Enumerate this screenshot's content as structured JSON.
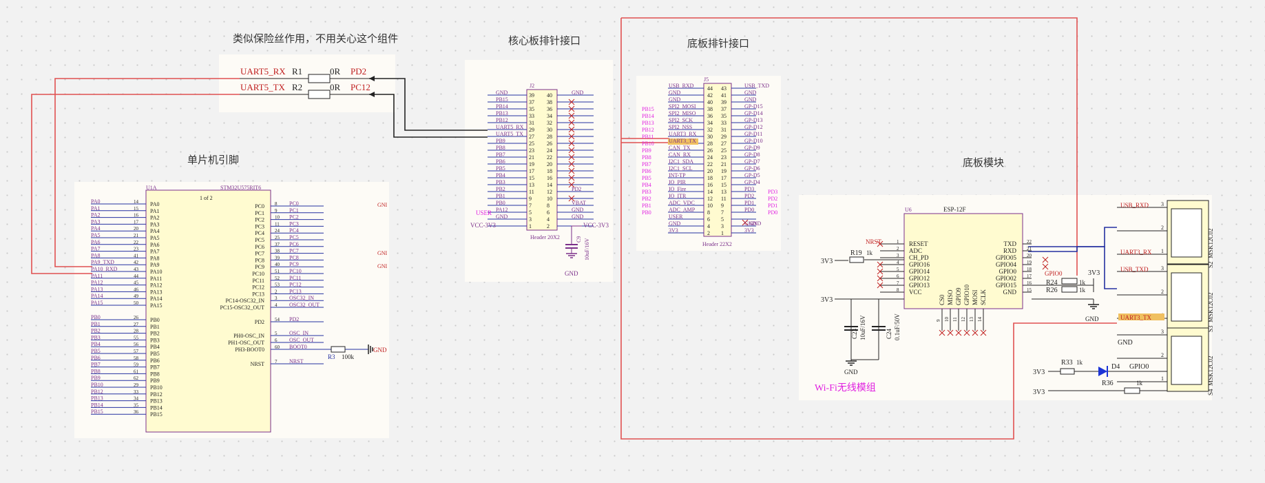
{
  "labels": {
    "fuse_note": "类似保险丝作用，不用关心这个组件",
    "core_header": "核心板排针接口",
    "base_header": "底板排针接口",
    "mcu_pins": "单片机引脚",
    "base_module": "底板模块",
    "wifi_group": "Wi-Fi无线模组"
  },
  "fuse": {
    "rows": [
      {
        "net": "UART5_RX",
        "ref": "R1",
        "val": "0R",
        "pin": "PD2"
      },
      {
        "net": "UART5_TX",
        "ref": "R2",
        "val": "0R",
        "pin": "PC12"
      }
    ]
  },
  "j2": {
    "ref": "J2",
    "footer": "Header 20X2",
    "rows": [
      {
        "l": "GND",
        "a": "39",
        "b": "40",
        "r": "GND"
      },
      {
        "l": "PB15",
        "a": "37",
        "b": "38",
        "r": ""
      },
      {
        "l": "PB14",
        "a": "35",
        "b": "36",
        "r": ""
      },
      {
        "l": "PB13",
        "a": "33",
        "b": "34",
        "r": ""
      },
      {
        "l": "PB12",
        "a": "31",
        "b": "32",
        "r": ""
      },
      {
        "l": "UART5_RX",
        "a": "29",
        "b": "30",
        "r": ""
      },
      {
        "l": "UART5_TX",
        "a": "27",
        "b": "28",
        "r": ""
      },
      {
        "l": "PB9",
        "a": "25",
        "b": "26",
        "r": ""
      },
      {
        "l": "PB8",
        "a": "23",
        "b": "24",
        "r": ""
      },
      {
        "l": "PB7",
        "a": "21",
        "b": "22",
        "r": ""
      },
      {
        "l": "PB6",
        "a": "19",
        "b": "20",
        "r": ""
      },
      {
        "l": "PB5",
        "a": "17",
        "b": "18",
        "r": ""
      },
      {
        "l": "PB4",
        "a": "15",
        "b": "16",
        "r": ""
      },
      {
        "l": "PB3",
        "a": "13",
        "b": "14",
        "r": ""
      },
      {
        "l": "PB2",
        "a": "11",
        "b": "12",
        "r": "PD2"
      },
      {
        "l": "PB1",
        "a": "9",
        "b": "10",
        "r": ""
      },
      {
        "l": "PB0",
        "a": "7",
        "b": "8",
        "r": "VBAT"
      },
      {
        "l": "PA12",
        "a": "5",
        "b": "6",
        "r": "GND"
      },
      {
        "l": "GND",
        "a": "3",
        "b": "4",
        "r": "GND"
      },
      {
        "l": "",
        "a": "1",
        "b": "2",
        "r": ""
      }
    ],
    "user": "USER",
    "vcc_left": "VCC-3V3",
    "vcc_right": "VCC-3V3",
    "cap": "C9",
    "cap_val": "10uF/16V",
    "gnd": "GND"
  },
  "j5": {
    "ref": "J5",
    "footer": "Header 22X2",
    "rows": [
      {
        "o": "",
        "l": "USB_RXD",
        "a": "44",
        "b": "43",
        "r": "USB_TXD",
        "x": ""
      },
      {
        "o": "",
        "l": "GND",
        "a": "42",
        "b": "41",
        "r": "GND",
        "x": ""
      },
      {
        "o": "",
        "l": "GND",
        "a": "40",
        "b": "39",
        "r": "GND",
        "x": ""
      },
      {
        "o": "PB15",
        "l": "SPI2_MOSI",
        "a": "38",
        "b": "37",
        "r": "GP-D15",
        "x": ""
      },
      {
        "o": "PB14",
        "l": "SPI2_MISO",
        "a": "36",
        "b": "35",
        "r": "GP-D14",
        "x": ""
      },
      {
        "o": "PB13",
        "l": "SPI2_SCK",
        "a": "34",
        "b": "33",
        "r": "GP-D13",
        "x": ""
      },
      {
        "o": "PB12",
        "l": "SPI2_NSS",
        "a": "32",
        "b": "31",
        "r": "GP-D12",
        "x": ""
      },
      {
        "o": "PB11",
        "l": "UART3_RX",
        "a": "30",
        "b": "29",
        "r": "GP-D11",
        "x": ""
      },
      {
        "o": "PB10",
        "l": "UART3_TX",
        "a": "28",
        "b": "27",
        "r": "GP-D10",
        "x": ""
      },
      {
        "o": "PB9",
        "l": "CAN_TX",
        "a": "26",
        "b": "25",
        "r": "GP-D9",
        "x": ""
      },
      {
        "o": "PB8",
        "l": "CAN_RX",
        "a": "24",
        "b": "23",
        "r": "GP-D8",
        "x": ""
      },
      {
        "o": "PB7",
        "l": "I2C1_SDA",
        "a": "22",
        "b": "21",
        "r": "GP-D7",
        "x": ""
      },
      {
        "o": "PB6",
        "l": "I2C1_SCL",
        "a": "20",
        "b": "19",
        "r": "GP-D6",
        "x": ""
      },
      {
        "o": "PB5",
        "l": "INT-TP",
        "a": "18",
        "b": "17",
        "r": "GP-D5",
        "x": ""
      },
      {
        "o": "PB4",
        "l": "IO_PIR",
        "a": "16",
        "b": "15",
        "r": "GP-D4",
        "x": ""
      },
      {
        "o": "PB3",
        "l": "IO_Fire",
        "a": "14",
        "b": "13",
        "r": "PD3",
        "x": "PD3"
      },
      {
        "o": "PB2",
        "l": "IO_ITR",
        "a": "12",
        "b": "11",
        "r": "PD2",
        "x": "PD2"
      },
      {
        "o": "PB1",
        "l": "ADC_VDC",
        "a": "10",
        "b": "9",
        "r": "PD1",
        "x": "PD1"
      },
      {
        "o": "PB0",
        "l": "ADC_AMP",
        "a": "8",
        "b": "7",
        "r": "PD0",
        "x": "PD0"
      },
      {
        "o": "",
        "l": "USER",
        "a": "6",
        "b": "5",
        "r": "",
        "x": ""
      },
      {
        "o": "",
        "l": "GND",
        "a": "4",
        "b": "3",
        "r": "GND",
        "x": ""
      },
      {
        "o": "",
        "l": "3V3",
        "a": "2",
        "b": "1",
        "r": "3V3",
        "x": ""
      }
    ]
  },
  "u1": {
    "ref": "U1A",
    "part": "STM32U575RIT6",
    "sheet": "1 of 2",
    "left_nets": [
      "PA0",
      "PA1",
      "PA2",
      "PA3",
      "PA4",
      "PA5",
      "PA6",
      "PA7",
      "PA8",
      "PA9_TXD",
      "PA10_RXD",
      "PA11",
      "PA12",
      "PA13",
      "PA14",
      "PA15"
    ],
    "left_pins": [
      "PA0",
      "PA1",
      "PA2",
      "PA3",
      "PA4",
      "PA5",
      "PA6",
      "PA7",
      "PA8",
      "PA9",
      "PA10",
      "PA11",
      "PA12",
      "PA13",
      "PA14",
      "PA15"
    ],
    "left_nums": [
      "14",
      "15",
      "16",
      "17",
      "20",
      "21",
      "22",
      "23",
      "41",
      "42",
      "43",
      "44",
      "45",
      "46",
      "49",
      "50"
    ],
    "pb_nets": [
      "PB0",
      "PB1",
      "PB2",
      "PB3",
      "PB4",
      "PB5",
      "PB6",
      "PB7",
      "PB8",
      "PB9",
      "PB10",
      "PB12",
      "PB13",
      "PB14",
      "PB15"
    ],
    "pb_pins": [
      "PB0",
      "PB1",
      "PB2",
      "PB3",
      "PB4",
      "PB5",
      "PB6",
      "PB7",
      "PB8",
      "PB9",
      "PB10",
      "PB12",
      "PB13",
      "PB14",
      "PB15"
    ],
    "pb_nums": [
      "26",
      "27",
      "28",
      "55",
      "56",
      "57",
      "58",
      "59",
      "61",
      "62",
      "29",
      "33",
      "34",
      "35",
      "36"
    ],
    "right_pins": [
      "PC0",
      "PC1",
      "PC2",
      "PC3",
      "PC4",
      "PC5",
      "PC6",
      "PC7",
      "PC8",
      "PC9",
      "PC10",
      "PC11",
      "PC12",
      "PC13",
      "PC14-OSC32_IN",
      "PC15-OSC32_OUT"
    ],
    "right_nets": [
      "PC0",
      "PC1",
      "PC2",
      "PC3",
      "PC4",
      "PC5",
      "PC6",
      "PC7",
      "PC8",
      "PC9",
      "PC10",
      "PC11",
      "PC12",
      "PC13",
      "OSC32_IN",
      "OSC32_OUT"
    ],
    "right_nums": [
      "8",
      "9",
      "10",
      "11",
      "24",
      "25",
      "37",
      "38",
      "39",
      "40",
      "51",
      "52",
      "53",
      "2",
      "3",
      "4"
    ],
    "pd2": {
      "pin": "PD2",
      "num": "54",
      "net": "PD2"
    },
    "osc": [
      {
        "pin": "PH0-OSC_IN",
        "num": "5",
        "net": "OSC_IN"
      },
      {
        "pin": "PH1-OSC_OUT",
        "num": "6",
        "net": "OSC_OUT"
      },
      {
        "pin": "PH3-BOOT0",
        "num": "60",
        "net": "BOOT0"
      }
    ],
    "nrst": {
      "pin": "NRST",
      "num": "7",
      "net": "NRST"
    },
    "r3": "R3",
    "r3_val": "100k",
    "gnd": "GND",
    "gn_labels": [
      "GNI",
      "GNI",
      "GNI"
    ]
  },
  "u6": {
    "ref": "U6",
    "part": "ESP-12F",
    "left_pins": [
      "RESET",
      "ADC",
      "CH_PD",
      "GPIO16",
      "GPIO14",
      "GPIO12",
      "GPIO13",
      "VCC"
    ],
    "left_nums": [
      "1",
      "2",
      "3",
      "4",
      "5",
      "6",
      "7",
      "8"
    ],
    "right_pins": [
      "TXD",
      "RXD",
      "GPIO05",
      "GPIO04",
      "GPIO0",
      "GPIO02",
      "GPIO15",
      "GND"
    ],
    "right_nums": [
      "22",
      "21",
      "20",
      "19",
      "18",
      "17",
      "16",
      "15"
    ],
    "bottom_pins": [
      "CS0",
      "MISO",
      "GPIO9",
      "GPIO10",
      "MOSI",
      "SCLK"
    ],
    "bottom_nums": [
      "9",
      "10",
      "11",
      "12",
      "13",
      "14"
    ],
    "nrst": "NRST",
    "r19": "R19",
    "r19_val": "1k",
    "v3": "3V3",
    "c23": "C23",
    "c23_val": "10uF/16V",
    "c24": "C24",
    "c24_val": "0.1uF/50V",
    "gnd": "GND",
    "gpio0": "GPIO0",
    "r24": "R24",
    "r24_val": "1k",
    "r26": "R26",
    "r26_val": "1k"
  },
  "switches": {
    "s2": {
      "ref": "S2",
      "part": "MSK12C02",
      "nets": [
        "USB_RXD",
        "",
        "UART3_RX"
      ],
      "pins": [
        "3",
        "2",
        "1"
      ]
    },
    "s3": {
      "ref": "S3",
      "part": "MSK12C02",
      "nets": [
        "USB_TXD",
        "",
        "UART3_TX"
      ],
      "pins": [
        "3",
        "2",
        "1"
      ]
    },
    "s4": {
      "ref": "S4",
      "part": "MSK12C02",
      "pins": [
        "3",
        "2",
        "1"
      ],
      "gnd": "GND",
      "v3a": "3V3",
      "v3b": "3V3",
      "r33": "R33",
      "r33_val": "1k",
      "d4": "D4",
      "gpio0": "GPIO0",
      "r36": "R36",
      "r36_val": "1k"
    }
  }
}
